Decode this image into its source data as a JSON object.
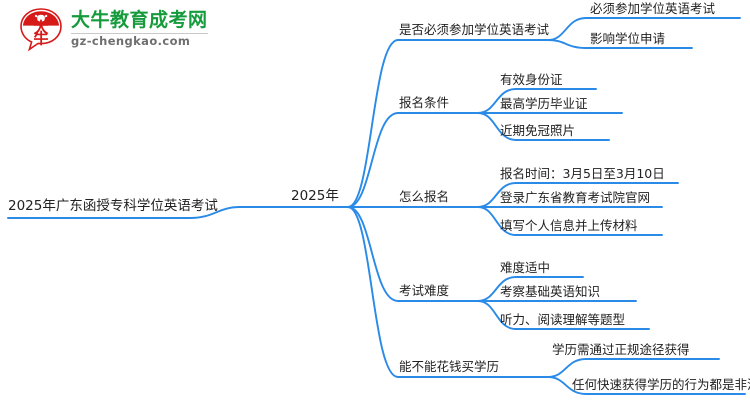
{
  "logo": {
    "mark_text": "大牛",
    "brand_cn": "大牛教育成考网",
    "brand_url": "gz-chengkao.com",
    "brand_color": "#169b3c",
    "mark_color": "#d51a18"
  },
  "mindmap": {
    "line_color": "#2a8ae8",
    "root": {
      "label": "2025年广东函授专科学位英语考试"
    },
    "level2": {
      "label": "2025年"
    },
    "branches": [
      {
        "label": "是否必须参加学位英语考试",
        "children": [
          {
            "label": "必须参加学位英语考试"
          },
          {
            "label": "影响学位申请"
          }
        ]
      },
      {
        "label": "报名条件",
        "children": [
          {
            "label": "有效身份证"
          },
          {
            "label": "最高学历毕业证"
          },
          {
            "label": "近期免冠照片"
          }
        ]
      },
      {
        "label": "怎么报名",
        "children": [
          {
            "label": "报名时间：3月5日至3月10日"
          },
          {
            "label": "登录广东省教育考试院官网"
          },
          {
            "label": "填写个人信息并上传材料"
          }
        ]
      },
      {
        "label": "考试难度",
        "children": [
          {
            "label": "难度适中"
          },
          {
            "label": "考察基础英语知识"
          },
          {
            "label": "听力、阅读理解等题型"
          }
        ]
      },
      {
        "label": "能不能花钱买学历",
        "children": [
          {
            "label": "学历需通过正规途径获得"
          },
          {
            "label": "任何快速获得学历的行为都是非法的"
          }
        ]
      }
    ]
  }
}
